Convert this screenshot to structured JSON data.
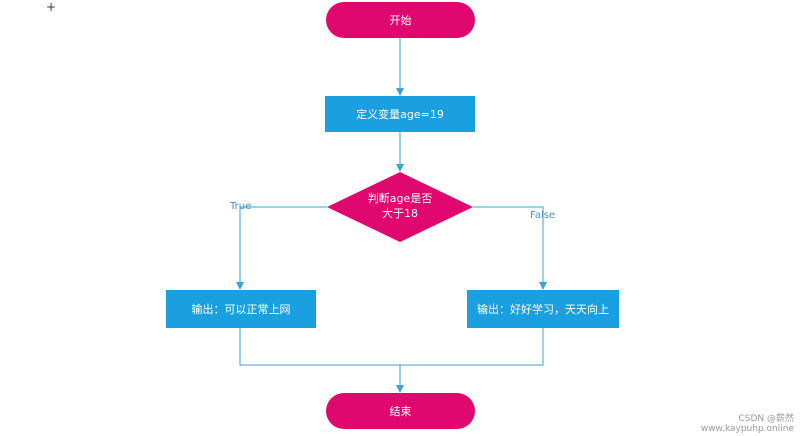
{
  "nodes": {
    "start": "开始",
    "define": "定义变量age=19",
    "decision_line1": "判断age是否",
    "decision_line2": "大于18",
    "output_true": "输出：可以正常上网",
    "output_false": "输出：好好学习，天天向上",
    "end": "结束"
  },
  "edges": {
    "true_label": "True",
    "false_label": "False"
  },
  "colors": {
    "terminal": "#e0086e",
    "process": "#1aa0e0",
    "decision": "#e0086e",
    "arrow": "#3aa3d8"
  },
  "watermark": {
    "line1": "CSDN @薪然",
    "line2": "www.kaypuhp.online"
  },
  "cursor_glyph": "+"
}
